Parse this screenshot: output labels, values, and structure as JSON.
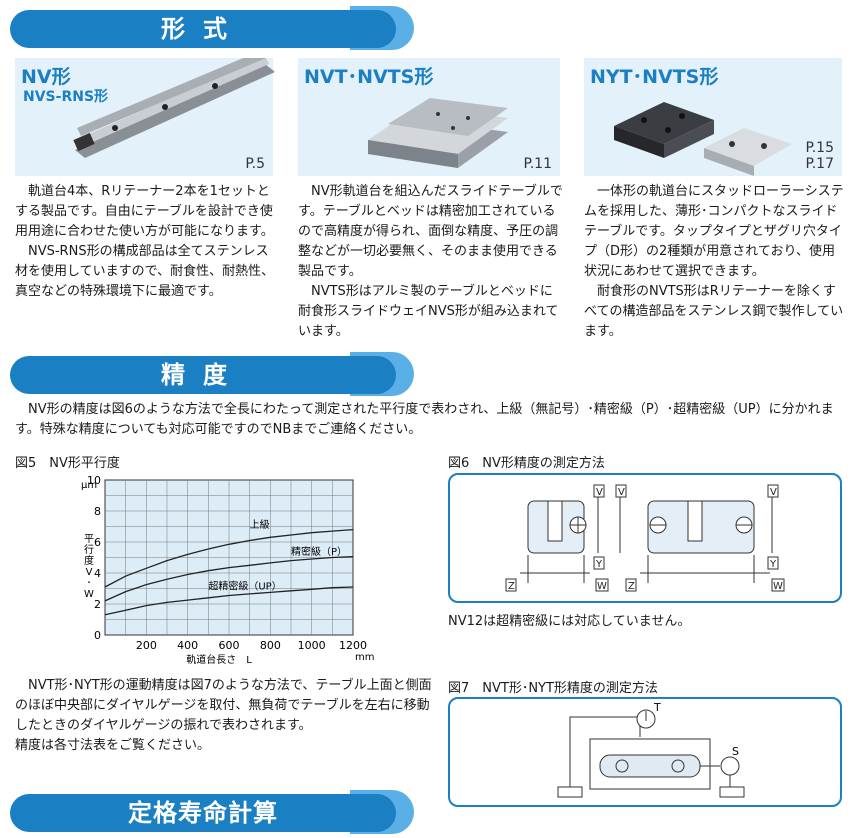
{
  "banners": {
    "keishiki": "形式",
    "seido": "精度",
    "jumyo": "定格寿命計算"
  },
  "panels": [
    {
      "title": "NV形",
      "subtitle": "NVS-RNS形",
      "page": "P.5"
    },
    {
      "title": "NVT･NVTS形",
      "page": "P.11"
    },
    {
      "title": "NYT･NVTS形",
      "page_lines": [
        "P.15",
        "P.17"
      ]
    }
  ],
  "descriptions": {
    "nv": [
      "軌道台4本、Rリテーナー2本を1セットとする製品です。自由にテーブルを設計でき使用用途に合わせた使い方が可能になります。",
      "NVS-RNS形の構成部品は全てステンレス材を使用していますので、耐食性、耐熱性、真空などの特殊環境下に最適です。"
    ],
    "nvt": [
      "NV形軌道台を組込んだスライドテーブルです。テーブルとベッドは精密加工されているので高精度が得られ、面倒な精度、予圧の調整などが一切必要無く、そのまま使用できる製品です。",
      "NVTS形はアルミ製のテーブルとベッドに耐食形スライドウェイNVS形が組み込まれています。"
    ],
    "nyt": [
      "一体形の軌道台にスタッドローラーシステムを採用した、薄形･コンパクトなスライドテーブルです。タップタイプとザグリ穴タイプ（D形）の2種類が用意されており、使用状況にあわせて選択できます。",
      "耐食形のNVTS形はRリテーナーを除くすべての構造部品をステンレス鋼で製作しています。"
    ]
  },
  "precision_text": "NV形の精度は図6のような方法で全長にわたって測定された平行度で表わされ、上級（無記号）･精密級（P）･超精密級（UP）に分かれます。特殊な精度についても対応可能ですのでNBまでご連絡ください。",
  "fig5": {
    "title": "図5　NV形平行度"
  },
  "fig6": {
    "title": "図6　NV形精度の測定方法",
    "labels": [
      "V",
      "Y",
      "Z",
      "W"
    ]
  },
  "fig6_note": "NV12は超精密級には対応していません。",
  "fig7": {
    "title": "図7　NVT形･NYT形精度の測定方法",
    "labels": [
      "T",
      "S"
    ]
  },
  "motion_text": [
    "NVT形･NYT形の運動精度は図7のような方法で、テーブル上面と側面のほぼ中央部にダイヤルゲージを取付、無負荷でテーブルを左右に移動したときのダイヤルゲージの振れで表わされます。",
    "精度は各寸法表をご覧ください。"
  ],
  "chart_data": {
    "type": "line",
    "title": "",
    "xlabel": "軌道台長さ　L",
    "xunit": "mm",
    "ylabel": "平行度V･W",
    "yunit": "μm",
    "xlim": [
      0,
      1200
    ],
    "ylim": [
      0,
      10
    ],
    "xticks": [
      200,
      400,
      600,
      800,
      1000,
      1200
    ],
    "yticks": [
      0,
      2,
      4,
      6,
      8,
      10
    ],
    "grid": true,
    "series": [
      {
        "name": "上級",
        "x": [
          0,
          100,
          200,
          300,
          400,
          500,
          600,
          700,
          800,
          900,
          1000,
          1100,
          1200
        ],
        "values": [
          3.1,
          3.8,
          4.3,
          4.8,
          5.2,
          5.55,
          5.85,
          6.1,
          6.3,
          6.45,
          6.6,
          6.7,
          6.8
        ]
      },
      {
        "name": "精密級（P）",
        "x": [
          0,
          100,
          200,
          300,
          400,
          500,
          600,
          700,
          800,
          900,
          1000,
          1100,
          1200
        ],
        "values": [
          2.2,
          2.8,
          3.25,
          3.6,
          3.9,
          4.15,
          4.35,
          4.5,
          4.65,
          4.8,
          4.9,
          5.0,
          5.05
        ]
      },
      {
        "name": "超精密級（UP）",
        "x": [
          0,
          100,
          200,
          300,
          400,
          500,
          600,
          700,
          800,
          900,
          1000,
          1100,
          1200
        ],
        "values": [
          1.3,
          1.6,
          1.9,
          2.1,
          2.25,
          2.4,
          2.55,
          2.65,
          2.75,
          2.85,
          2.95,
          3.05,
          3.1
        ]
      }
    ]
  }
}
